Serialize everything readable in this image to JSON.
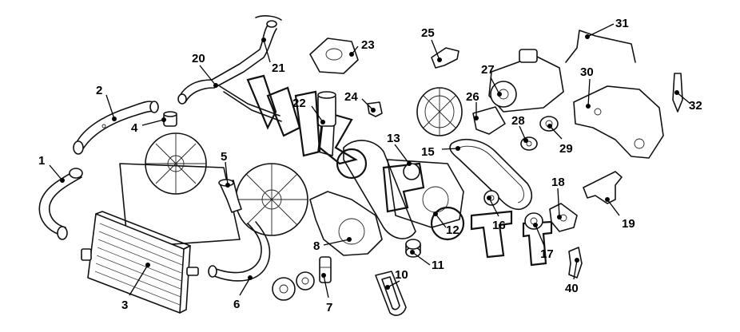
{
  "diagram": {
    "callouts": [
      {
        "id": "1",
        "label": "1"
      },
      {
        "id": "2",
        "label": "2"
      },
      {
        "id": "3",
        "label": "3"
      },
      {
        "id": "4",
        "label": "4"
      },
      {
        "id": "5",
        "label": "5"
      },
      {
        "id": "6",
        "label": "6"
      },
      {
        "id": "7",
        "label": "7"
      },
      {
        "id": "8",
        "label": "8"
      },
      {
        "id": "10",
        "label": "10"
      },
      {
        "id": "11",
        "label": "11"
      },
      {
        "id": "12",
        "label": "12"
      },
      {
        "id": "13",
        "label": "13"
      },
      {
        "id": "15",
        "label": "15"
      },
      {
        "id": "16",
        "label": "16"
      },
      {
        "id": "17",
        "label": "17"
      },
      {
        "id": "18",
        "label": "18"
      },
      {
        "id": "19",
        "label": "19"
      },
      {
        "id": "20",
        "label": "20"
      },
      {
        "id": "21",
        "label": "21"
      },
      {
        "id": "22",
        "label": "22"
      },
      {
        "id": "23",
        "label": "23"
      },
      {
        "id": "24",
        "label": "24"
      },
      {
        "id": "25",
        "label": "25"
      },
      {
        "id": "26",
        "label": "26"
      },
      {
        "id": "27",
        "label": "27"
      },
      {
        "id": "28",
        "label": "28"
      },
      {
        "id": "29",
        "label": "29"
      },
      {
        "id": "30",
        "label": "30"
      },
      {
        "id": "31",
        "label": "31"
      },
      {
        "id": "32",
        "label": "32"
      },
      {
        "id": "40",
        "label": "40"
      }
    ]
  }
}
